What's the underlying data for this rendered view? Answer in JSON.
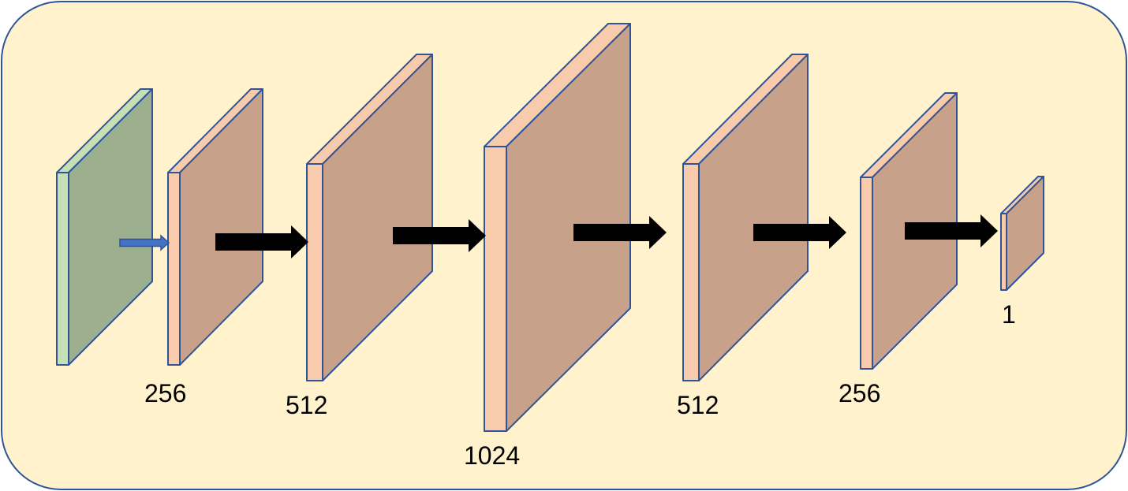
{
  "colors": {
    "background": "#fff2cc",
    "frame_border": "#2f5597",
    "input_front": "#c5e0b4",
    "input_side": "#9caf8f",
    "layer_front": "#f8cbad",
    "layer_side": "#c8a18b",
    "edge": "#2f5597",
    "arrow": "#000000",
    "small_arrow": "#4472c4"
  },
  "input_layer": {
    "icon": "green-input-slab"
  },
  "layers": [
    {
      "label": "256"
    },
    {
      "label": "512"
    },
    {
      "label": "1024"
    },
    {
      "label": "512"
    },
    {
      "label": "256"
    },
    {
      "label": "1"
    }
  ]
}
